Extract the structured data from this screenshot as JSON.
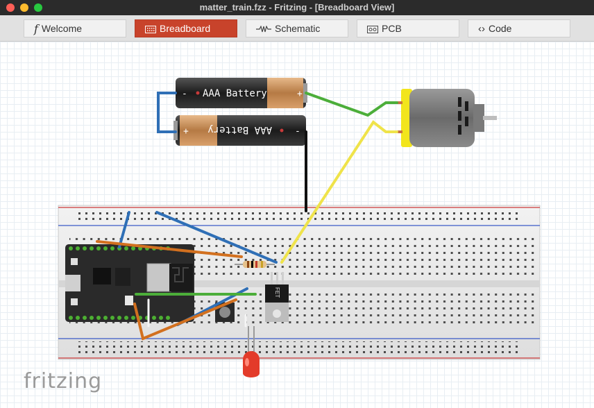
{
  "window": {
    "title": "matter_train.fzz - Fritzing - [Breadboard View]"
  },
  "tabs": [
    {
      "label": "Welcome",
      "icon": "welcome-icon"
    },
    {
      "label": "Breadboard",
      "icon": "breadboard-icon",
      "active": true
    },
    {
      "label": "Schematic",
      "icon": "schematic-icon"
    },
    {
      "label": "PCB",
      "icon": "pcb-icon"
    },
    {
      "label": "Code",
      "icon": "code-icon"
    }
  ],
  "parts": {
    "battery_top": {
      "label": "AAA Battery",
      "minus": "-",
      "plus": "+"
    },
    "battery_bottom": {
      "label": "AAA Battery",
      "minus": "-",
      "plus": "+"
    },
    "mosfet_label": "FET"
  },
  "logo": "fritzing",
  "colors": {
    "active_tab": "#c8432b",
    "wire_blue": "#2f6fb6",
    "wire_green": "#4cae3a",
    "wire_yellow": "#efe34a",
    "wire_orange": "#d2701f",
    "wire_black": "#111111",
    "motor_yellow": "#f2e51c",
    "led_red": "#e33b2a"
  }
}
